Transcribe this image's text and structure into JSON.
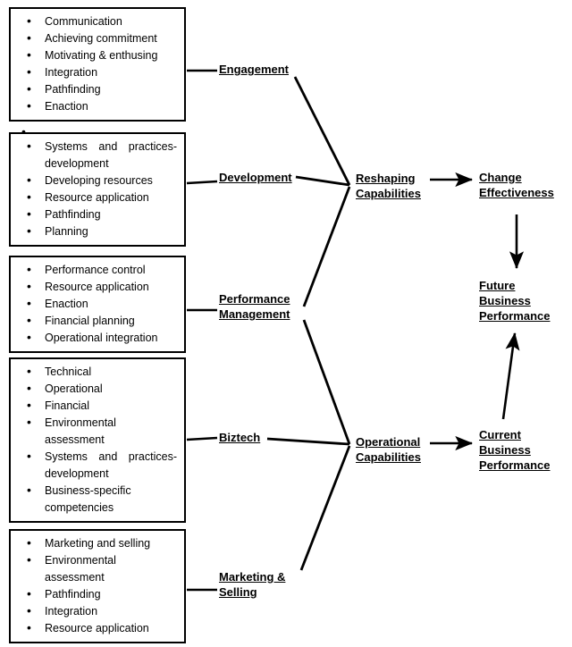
{
  "diagram": {
    "title": "Capabilities to Business Performance model",
    "colors": {
      "stroke": "#000000",
      "background": "#ffffff",
      "text": "#000000"
    },
    "orphan_bullet": "•",
    "capability_boxes": [
      {
        "name": "engagement-items",
        "items": [
          "Communication",
          "Achieving commitment",
          "Motivating & enthusing",
          "Integration",
          "Pathfinding",
          "Enaction"
        ]
      },
      {
        "name": "development-items",
        "items": [
          "Systems and practices-development",
          "Developing resources",
          "Resource application",
          "Pathfinding",
          "Planning"
        ]
      },
      {
        "name": "performance-management-items",
        "items": [
          "Performance control",
          "Resource application",
          "Enaction",
          "Financial planning",
          "Operational integration"
        ]
      },
      {
        "name": "biztech-items",
        "items": [
          "Technical",
          "Operational",
          "Financial",
          "Environmental assessment",
          "Systems and practices-development",
          "Business-specific competencies"
        ]
      },
      {
        "name": "marketing-selling-items",
        "items": [
          "Marketing and selling",
          "Environmental assessment",
          "Pathfinding",
          "Integration",
          "Resource application"
        ]
      }
    ],
    "capability_labels": [
      {
        "name": "engagement",
        "lines": [
          "Engagement"
        ]
      },
      {
        "name": "development",
        "lines": [
          "Development"
        ]
      },
      {
        "name": "performance-management",
        "lines": [
          "Performance",
          "Management"
        ]
      },
      {
        "name": "biztech",
        "lines": [
          "Biztech"
        ]
      },
      {
        "name": "marketing-and-selling",
        "lines": [
          "Marketing &",
          "Selling"
        ]
      }
    ],
    "capability_groups": [
      {
        "name": "reshaping-capabilities",
        "lines": [
          "Reshaping",
          "Capabilities"
        ]
      },
      {
        "name": "operational-capabilities",
        "lines": [
          "Operational",
          "Capabilities"
        ]
      }
    ],
    "outcomes": [
      {
        "name": "change-effectiveness",
        "lines": [
          "Change",
          "Effectiveness"
        ]
      },
      {
        "name": "future-business-performance",
        "lines": [
          "Future",
          "Business",
          "Performance"
        ]
      },
      {
        "name": "current-business-performance",
        "lines": [
          "Current",
          "Business",
          "Performance"
        ]
      }
    ],
    "connections": [
      {
        "from": "engagement-items",
        "to": "engagement",
        "style": "line"
      },
      {
        "from": "development-items",
        "to": "development",
        "style": "line"
      },
      {
        "from": "performance-management-items",
        "to": "performance-management",
        "style": "line"
      },
      {
        "from": "biztech-items",
        "to": "biztech",
        "style": "line"
      },
      {
        "from": "marketing-selling-items",
        "to": "marketing-and-selling",
        "style": "line"
      },
      {
        "from": "engagement",
        "to": "reshaping-capabilities",
        "style": "line"
      },
      {
        "from": "development",
        "to": "reshaping-capabilities",
        "style": "line"
      },
      {
        "from": "performance-management",
        "to": "reshaping-capabilities",
        "style": "line"
      },
      {
        "from": "performance-management",
        "to": "operational-capabilities",
        "style": "line"
      },
      {
        "from": "biztech",
        "to": "operational-capabilities",
        "style": "line"
      },
      {
        "from": "marketing-and-selling",
        "to": "operational-capabilities",
        "style": "line"
      },
      {
        "from": "reshaping-capabilities",
        "to": "change-effectiveness",
        "style": "arrow"
      },
      {
        "from": "change-effectiveness",
        "to": "future-business-performance",
        "style": "arrow"
      },
      {
        "from": "operational-capabilities",
        "to": "current-business-performance",
        "style": "arrow"
      },
      {
        "from": "current-business-performance",
        "to": "future-business-performance",
        "style": "arrow"
      }
    ]
  }
}
